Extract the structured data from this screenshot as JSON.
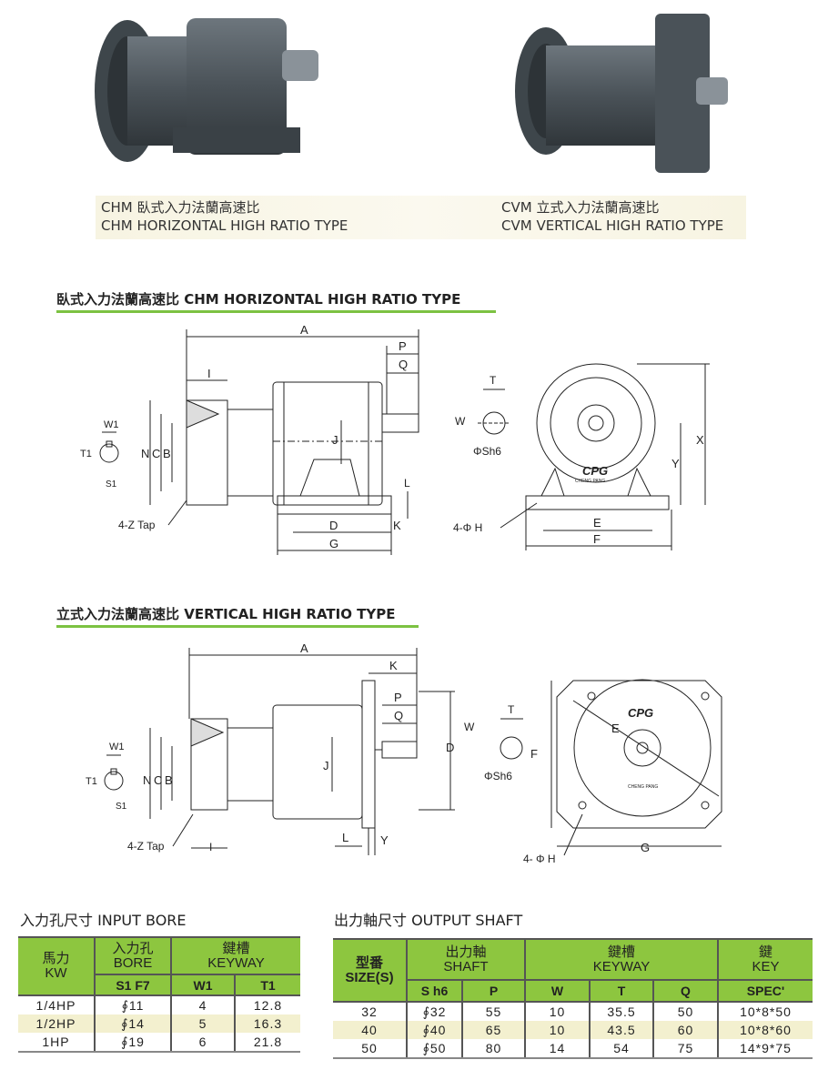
{
  "captions": {
    "left_cn": "CHM  臥式入力法蘭高速比",
    "left_en": "CHM  HORIZONTAL HIGH RATIO TYPE",
    "right_cn": "CVM  立式入力法蘭高速比",
    "right_en": "CVM  VERTICAL HIGH RATIO TYPE"
  },
  "section1": {
    "title": "臥式入力法蘭高速比 CHM  HORIZONTAL HIGH RATIO TYPE",
    "labels": {
      "A": "A",
      "P": "P",
      "Q": "Q",
      "I": "I",
      "W1": "W1",
      "T1": "T1",
      "S1": "S1",
      "N": "N",
      "C": "C",
      "B": "B",
      "J": "J",
      "L": "L",
      "D": "D",
      "K": "K",
      "G": "G",
      "tap": "4-Z Tap",
      "T": "T",
      "W": "W",
      "Sh6": "ΦSh6",
      "X": "X",
      "Y": "Y",
      "E": "E",
      "F": "F",
      "H": "4-Φ H",
      "logo": "CPG",
      "brand": "CHENG PANG"
    }
  },
  "section2": {
    "title": "立式入力法蘭高速比 VERTICAL HIGH RATIO TYPE",
    "labels": {
      "A": "A",
      "K": "K",
      "P": "P",
      "Q": "Q",
      "D": "D",
      "J": "J",
      "L": "L",
      "Y": "Y",
      "I": "I",
      "W1": "W1",
      "T1": "T1",
      "S1": "S1",
      "N": "N",
      "C": "C",
      "B": "B",
      "tap": "4-Z Tap",
      "T": "T",
      "W": "W",
      "Sh6": "ΦSh6",
      "E": "E",
      "F": "F",
      "G": "G",
      "H": "4- Φ H",
      "logo": "CPG",
      "brand": "CHENG PANG"
    }
  },
  "input_bore": {
    "title": "入力孔尺寸  INPUT BORE",
    "headers": {
      "hp_cn": "馬力",
      "hp_en": "KW",
      "bore_cn": "入力孔",
      "bore_en": "BORE",
      "key_cn": "鍵槽",
      "key_en": "KEYWAY",
      "s1": "S1 F7",
      "w1": "W1",
      "t1": "T1"
    },
    "rows": [
      [
        "1/4HP",
        "∮11",
        "4",
        "12.8"
      ],
      [
        "1/2HP",
        "∮14",
        "5",
        "16.3"
      ],
      [
        "1HP",
        "∮19",
        "6",
        "21.8"
      ]
    ]
  },
  "output_shaft": {
    "title": "出力軸尺寸  OUTPUT SHAFT",
    "headers": {
      "size_cn": "型番",
      "size_en": "SIZE(S)",
      "shaft_cn": "出力軸",
      "shaft_en": "SHAFT",
      "key_cn": "鍵槽",
      "key_en": "KEYWAY",
      "spec_cn": "鍵",
      "spec_en": "KEY",
      "sh6": "S h6",
      "p": "P",
      "w": "W",
      "t": "T",
      "q": "Q",
      "spec": "SPEC'"
    },
    "rows": [
      [
        "32",
        "∮32",
        "55",
        "10",
        "35.5",
        "50",
        "10*8*50"
      ],
      [
        "40",
        "∮40",
        "65",
        "10",
        "43.5",
        "60",
        "10*8*60"
      ],
      [
        "50",
        "∮50",
        "80",
        "14",
        "54",
        "75",
        "14*9*75"
      ]
    ]
  }
}
